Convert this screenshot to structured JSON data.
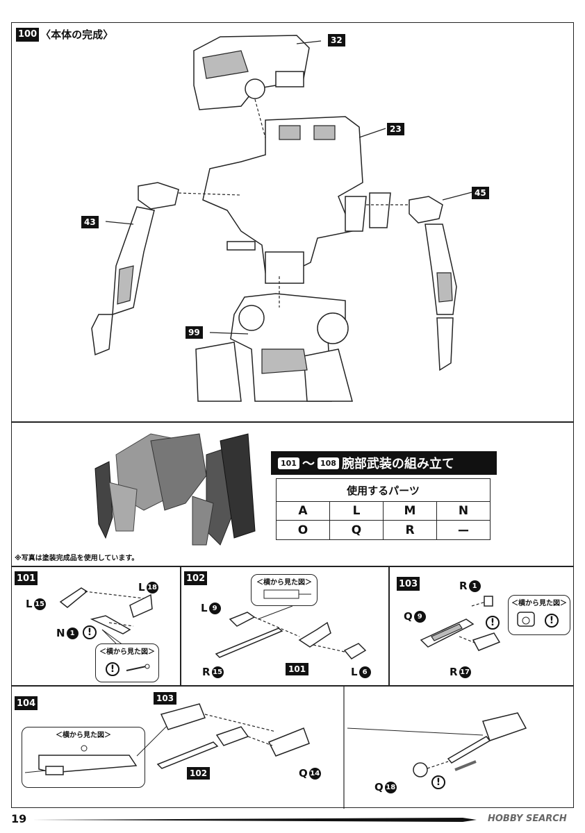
{
  "step100": {
    "number": "100",
    "title": "〈本体の完成〉",
    "refs": {
      "head": "32",
      "torso": "23",
      "left_arm": "43",
      "right_arm": "45",
      "legs": "99"
    }
  },
  "instruction": {
    "range_from": "101",
    "range_sep": "〜",
    "range_to": "108",
    "title": "腕部武装の組み立て",
    "parts_header": "使用するパーツ",
    "parts_row1": [
      "A",
      "L",
      "M",
      "N"
    ],
    "parts_row2": [
      "O",
      "Q",
      "R",
      "ー"
    ],
    "photo_note": "※写真は塗装完成品を使用しています。"
  },
  "step101": {
    "number": "101",
    "parts": [
      {
        "letter": "L",
        "num": "15"
      },
      {
        "letter": "L",
        "num": "18"
      },
      {
        "letter": "N",
        "num": "1"
      }
    ],
    "side_view": "＜横から見た図＞",
    "caution": "!"
  },
  "step102": {
    "number": "102",
    "side_view": "＜横から見た図＞",
    "parts": [
      {
        "letter": "L",
        "num": "9"
      },
      {
        "letter": "R",
        "num": "15"
      },
      {
        "letter": "L",
        "num": "6"
      }
    ],
    "ref": "101"
  },
  "step103": {
    "number": "103",
    "side_view": "＜横から見た図＞",
    "parts": [
      {
        "letter": "R",
        "num": "1"
      },
      {
        "letter": "Q",
        "num": "9"
      },
      {
        "letter": "R",
        "num": "17"
      }
    ],
    "caution": "!"
  },
  "step104": {
    "number": "104",
    "side_view": "＜横から見た図＞",
    "ref_top": "103",
    "ref_bottom": "102",
    "parts": [
      {
        "letter": "Q",
        "num": "14"
      },
      {
        "letter": "Q",
        "num": "18"
      }
    ],
    "caution": "!"
  },
  "footer": {
    "page_number": "19",
    "watermark": "HOBBY SEARCH"
  }
}
